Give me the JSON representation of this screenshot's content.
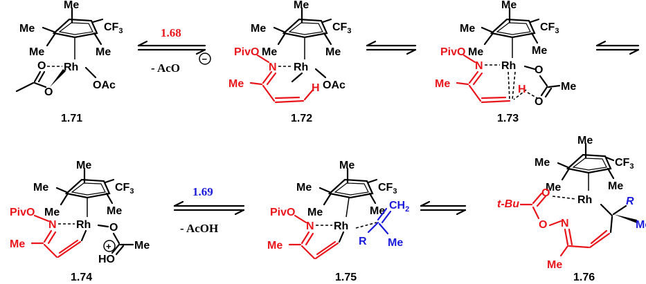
{
  "colors": {
    "red": "#e8161b",
    "blue": "#1a1adb",
    "black": "#000000"
  },
  "compounds": {
    "c171": {
      "id": "1.71"
    },
    "c172": {
      "id": "1.72"
    },
    "c173": {
      "id": "1.73"
    },
    "c174": {
      "id": "1.74"
    },
    "c175": {
      "id": "1.75"
    },
    "c176": {
      "id": "1.76"
    }
  },
  "arrows": {
    "a1": {
      "reagent": "1.68",
      "byproduct": "- AcO",
      "charge": "−"
    },
    "a4": {
      "reagent": "1.69",
      "byproduct": "- AcOH"
    }
  },
  "labels": {
    "me": "Me",
    "cf3": "CF",
    "three": "3",
    "rh": "Rh",
    "oac": "OAc",
    "o": "O",
    "pivo": "PivO",
    "n": "N",
    "h": "H",
    "ho": "HO",
    "plus": "+",
    "r": "R",
    "ch": "CH",
    "two": "2",
    "tbu": "t-Bu",
    "me_clip": "Me"
  }
}
